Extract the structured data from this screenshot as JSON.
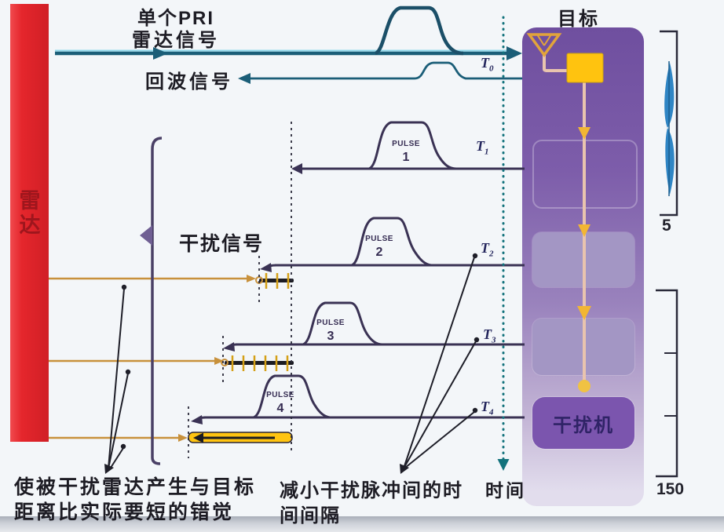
{
  "header": {
    "radar_line1": "单个PRI",
    "radar_line2": "雷达信号",
    "echo": "回波信号",
    "target": "目标"
  },
  "left": {
    "radar_char1": "雷",
    "radar_char2": "达",
    "jamming": "干扰信号"
  },
  "panel": {
    "jammer": "干扰机"
  },
  "pulses": [
    {
      "word": "PULSE",
      "num": "1"
    },
    {
      "word": "PULSE",
      "num": "2"
    },
    {
      "word": "PULSE",
      "num": "3"
    },
    {
      "word": "PULSE",
      "num": "4"
    }
  ],
  "time_marks": [
    {
      "sym": "T",
      "sub": "0"
    },
    {
      "sym": "T",
      "sub": "1"
    },
    {
      "sym": "T",
      "sub": "2"
    },
    {
      "sym": "T",
      "sub": "3"
    },
    {
      "sym": "T",
      "sub": "4"
    }
  ],
  "axis": {
    "time": "时间"
  },
  "scale": {
    "top": "5",
    "bottom": "150"
  },
  "captions": {
    "left1": "使被干扰雷达产生与目标",
    "left2": "距离比实际要短的错觉",
    "mid1": "减小干扰脉冲间的时",
    "mid2": "间间隔"
  },
  "colors": {
    "background": "#f3f6f9",
    "red_bar": "#e5262c",
    "red_text": "#9e161d",
    "teal": "#1b5e78",
    "teal_light": "#8fd8ec",
    "orange": "#c8913c",
    "ink": "#23222e",
    "purple_line": "#3a3254",
    "gold": "#ffc411",
    "jammer_fill": "#7b55ae",
    "jammer_text": "#2f2366",
    "inner_box": "#a396c4",
    "time_teal": "#12727c",
    "t_label": "#23255c",
    "wave_blue": "#2f85c4"
  }
}
